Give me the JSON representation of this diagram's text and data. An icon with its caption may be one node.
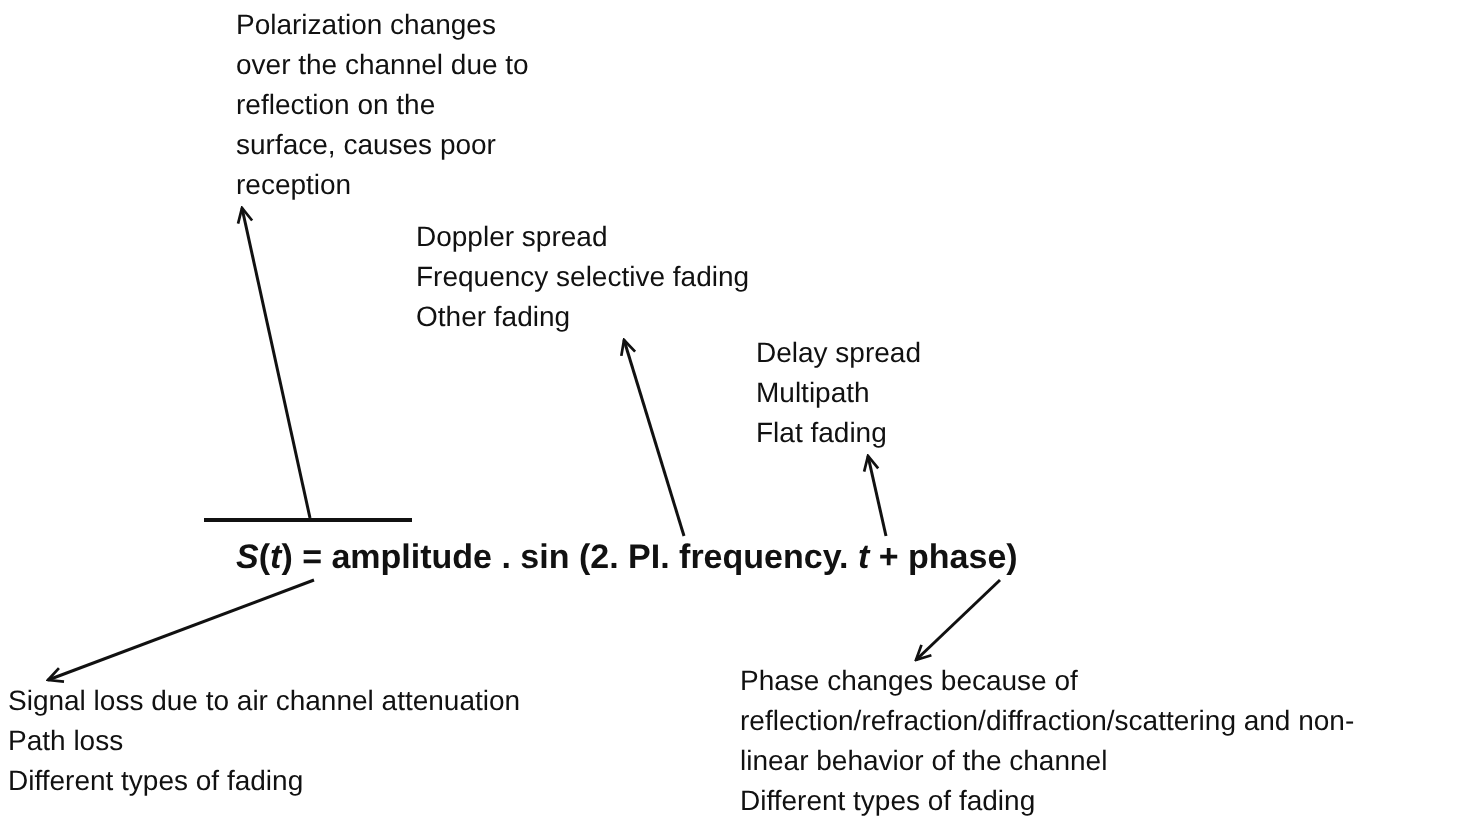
{
  "diagram": {
    "nodes": [
      {
        "text": [
          "Polarization changes over the channel due to reflection on the surface, causes poor reception"
        ]
      },
      {
        "text": [
          "Doppler spread",
          "Frequency selective fading",
          "Other fading"
        ]
      },
      {
        "text": [
          "Delay spread",
          "Multipath",
          "Flat fading"
        ]
      },
      {
        "text": [
          "*S*(*t*) = amplitude .  sin (2. PI. frequency. *t* + phase)"
        ]
      },
      {
        "text": [
          "Signal loss due to air channel attenuation",
          "Path loss",
          "Different types of fading"
        ]
      },
      {
        "text": [
          "Phase changes because of reflection/refraction/diffraction/scattering and non-linear behavior of the channel",
          "Different types of fading"
        ]
      },
      {
        "text": [],
        "shape": "bar"
      }
    ],
    "edges": [
      {
        "from": 6,
        "to": 0,
        "arrow": "to"
      },
      {
        "from": 3,
        "to": 1,
        "arrow": "to"
      },
      {
        "from": 3,
        "to": 2,
        "arrow": "to"
      },
      {
        "from": 3,
        "to": 4,
        "arrow": "to"
      },
      {
        "from": 3,
        "to": 5,
        "arrow": "to"
      }
    ]
  }
}
